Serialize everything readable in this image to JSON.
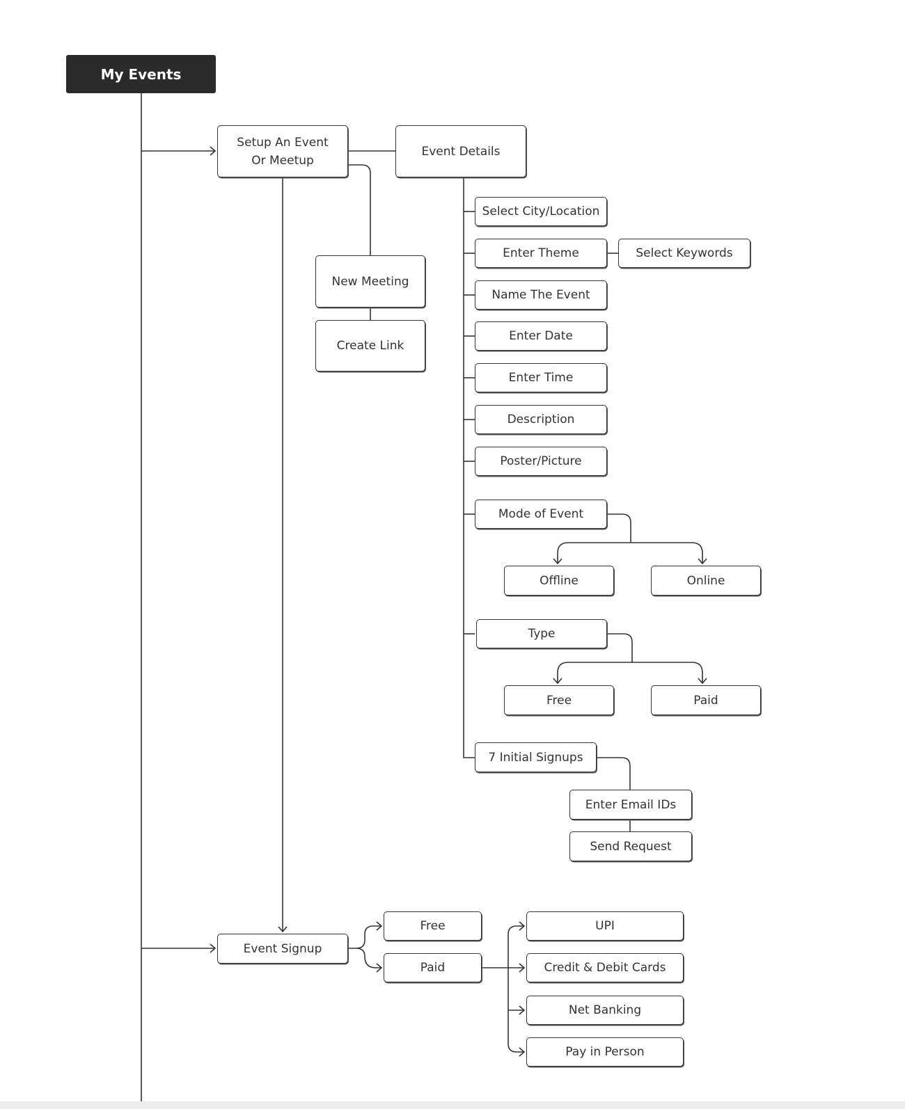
{
  "colors": {
    "line": "#333333",
    "root_fill": "#2b2b2b",
    "root_text": "#ffffff",
    "node_text": "#333333"
  },
  "nodes": {
    "my_events": "My Events",
    "setup_event": "Setup An Event\nOr Meetup",
    "event_details": "Event Details",
    "new_meeting": "New Meeting",
    "create_link": "Create Link",
    "select_city": "Select City/Location",
    "enter_theme": "Enter Theme",
    "select_keywords": "Select Keywords",
    "name_event": "Name The Event",
    "enter_date": "Enter Date",
    "enter_time": "Enter Time",
    "description": "Description",
    "poster": "Poster/Picture",
    "mode_of_event": "Mode of Event",
    "offline": "Offline",
    "online": "Online",
    "type": "Type",
    "type_free": "Free",
    "type_paid": "Paid",
    "initial_signups": "7 Initial Signups",
    "enter_email": "Enter Email IDs",
    "send_request": "Send Request",
    "event_signup": "Event Signup",
    "signup_free": "Free",
    "signup_paid": "Paid",
    "upi": "UPI",
    "cards": "Credit & Debit Cards",
    "net_banking": "Net Banking",
    "pay_in_person": "Pay in Person"
  }
}
